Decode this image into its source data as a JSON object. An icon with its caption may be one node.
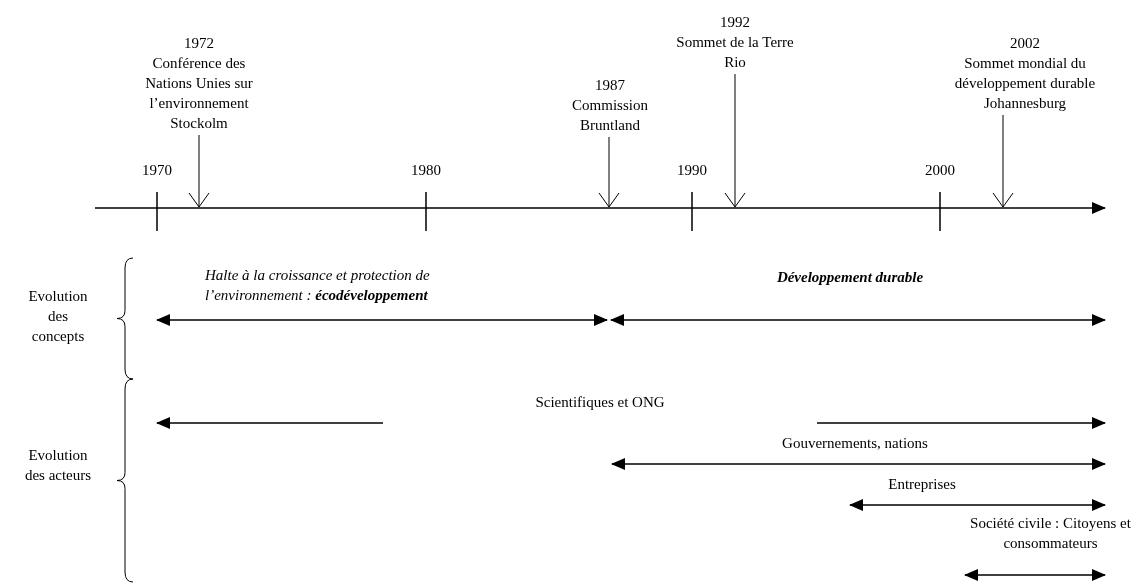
{
  "diagram": {
    "nodes": [
      {
        "text": [
          "1972",
          "Conférence des Nations Unies sur l’environnement Stockolm"
        ]
      },
      {
        "text": [
          "1987",
          "Commission Bruntland"
        ]
      },
      {
        "text": [
          "1992",
          "Sommet de la Terre Rio"
        ]
      },
      {
        "text": [
          "2002",
          "Sommet mondial du développement durable Johannesburg"
        ]
      }
    ],
    "edges": [
      {
        "from": 0,
        "to": null,
        "arrow": "to"
      },
      {
        "from": 1,
        "to": null,
        "arrow": "to"
      },
      {
        "from": 2,
        "to": null,
        "arrow": "to"
      },
      {
        "from": 3,
        "to": null,
        "arrow": "to"
      }
    ],
    "labels": [
      "1970",
      "1980",
      "1990",
      "2000",
      "Evolution des concepts",
      "Halte à la croissance et protection de l’environnement : **écodéveloppement**",
      "Développement durable",
      "Evolution des acteurs",
      "Scientifiques et ONG",
      "Gouvernements, nations",
      "Entreprises",
      "Société civile : Citoyens et consommateurs"
    ]
  }
}
